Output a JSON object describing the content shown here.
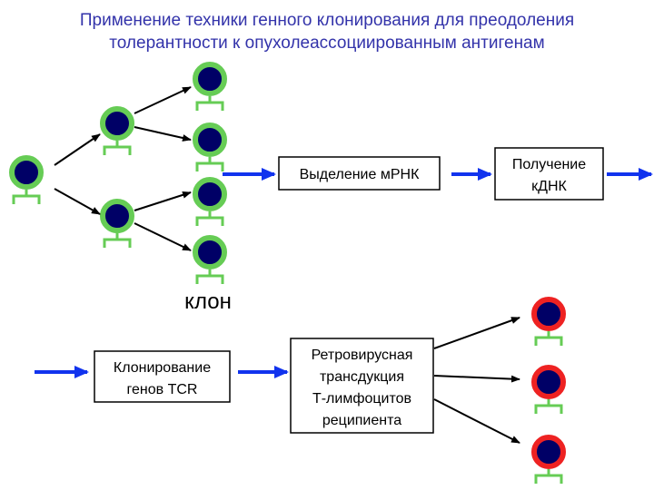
{
  "title": {
    "line1": "Применение техники генного клонирования для преодоления",
    "line2": "толерантности к опухолеассоциированным антигенам"
  },
  "clone_label": "клон",
  "boxes": {
    "mrna": [
      "Выделение мРНК"
    ],
    "cdna": [
      "Получение",
      "кДНК"
    ],
    "tcr": [
      "Клонирование",
      "генов TCR"
    ],
    "retro": [
      "Ретровирусная",
      "трансдукция",
      "Т-лимфоцитов",
      "реципиента"
    ]
  },
  "colors": {
    "title": "#3333aa",
    "cell_nucleus": "#000066",
    "cell_ring_source": "#66cc55",
    "cell_ring_transduced": "#ee2222",
    "receptor": "#66cc55",
    "block_arrow": "#1133ee",
    "line_arrow": "#000000"
  }
}
